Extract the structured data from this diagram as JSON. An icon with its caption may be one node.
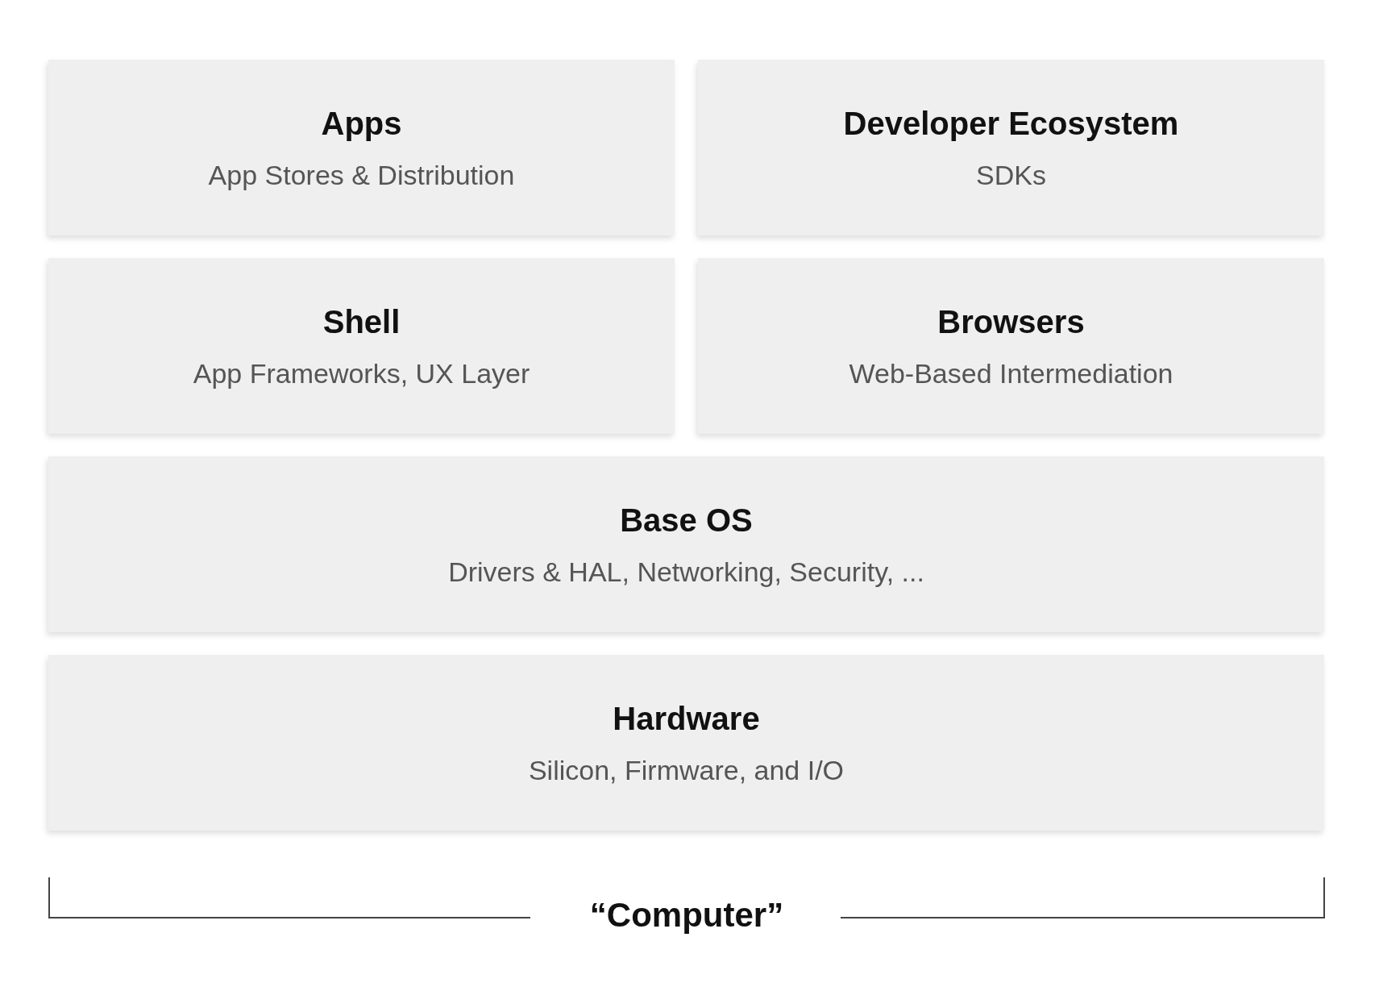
{
  "diagram": {
    "nodes": [
      {
        "text": [
          "Apps",
          "App Stores & Distribution"
        ]
      },
      {
        "text": [
          "Developer Ecosystem",
          "SDKs"
        ]
      },
      {
        "text": [
          "Shell",
          "App Frameworks, UX Layer"
        ]
      },
      {
        "text": [
          "Browsers",
          "Web-Based Intermediation"
        ]
      },
      {
        "text": [
          "Base OS",
          "Drivers & HAL, Networking, Security, ..."
        ]
      },
      {
        "text": [
          "Hardware",
          "Silicon, Firmware, and I/O"
        ]
      }
    ],
    "labels": [
      "“Computer”"
    ]
  }
}
